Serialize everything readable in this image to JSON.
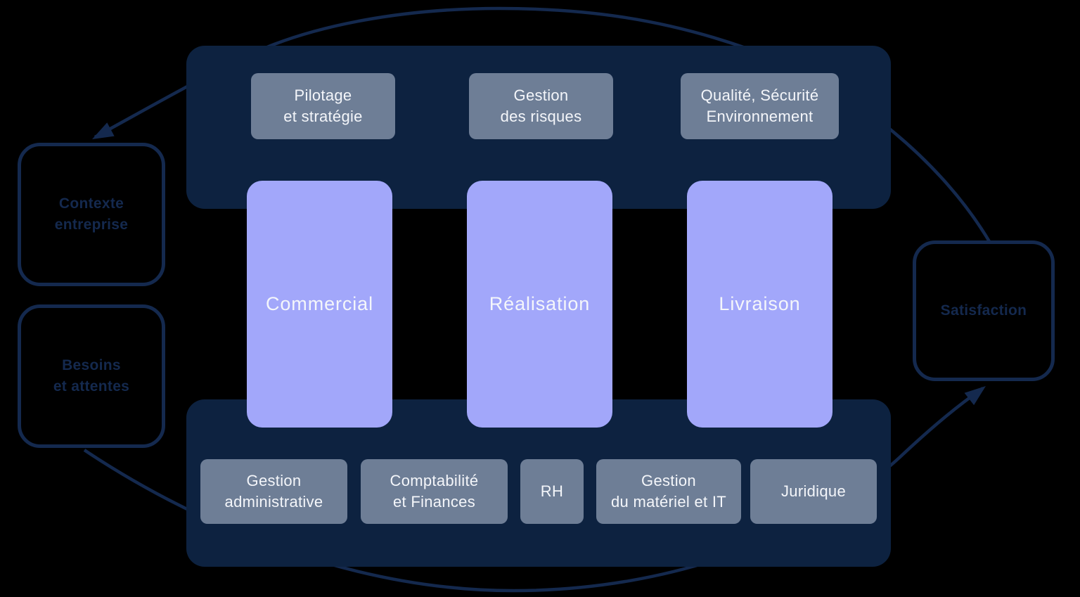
{
  "diagram": {
    "management_processes": [
      {
        "label": "Pilotage\net stratégie"
      },
      {
        "label": "Gestion\ndes risques"
      },
      {
        "label": "Qualité, Sécurité\nEnvironnement"
      }
    ],
    "core_processes": [
      {
        "label": "Commercial"
      },
      {
        "label": "Réalisation"
      },
      {
        "label": "Livraison"
      }
    ],
    "support_processes": [
      {
        "label": "Gestion\nadministrative"
      },
      {
        "label": "Comptabilité\net Finances"
      },
      {
        "label": "RH"
      },
      {
        "label": "Gestion\ndu matériel et IT"
      },
      {
        "label": "Juridique"
      }
    ],
    "inputs": [
      {
        "label": "Contexte\nentreprise"
      },
      {
        "label": "Besoins\net attentes"
      }
    ],
    "output": {
      "label": "Satisfaction"
    }
  },
  "colors": {
    "background": "#000000",
    "panel_navy": "#0d2240",
    "line_navy": "#14294e",
    "box_slate": "#6e7e96",
    "column_purple": "#a2a7fa",
    "text_light": "#f4f6fa",
    "text_navy": "#14294e"
  }
}
